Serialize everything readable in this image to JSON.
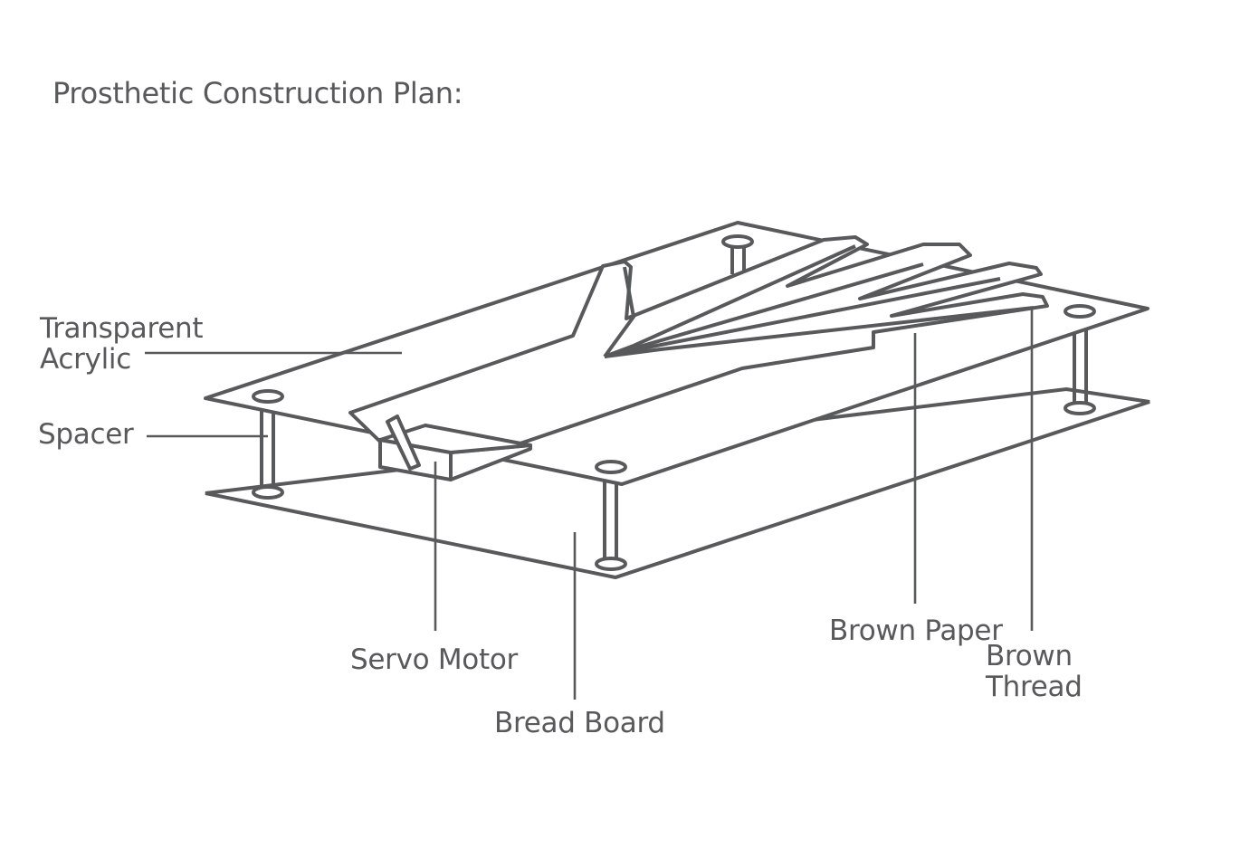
{
  "title": "Prosthetic Construction Plan:",
  "labels": {
    "transparent_acrylic": [
      "Transparent",
      "Acrylic"
    ],
    "spacer": "Spacer",
    "servo_motor": "Servo Motor",
    "bread_board": "Bread Board",
    "brown_paper": "Brown Paper",
    "brown_thread": [
      "Brown",
      "Thread"
    ]
  },
  "colors": {
    "line": "#58595b",
    "background": "#ffffff"
  }
}
